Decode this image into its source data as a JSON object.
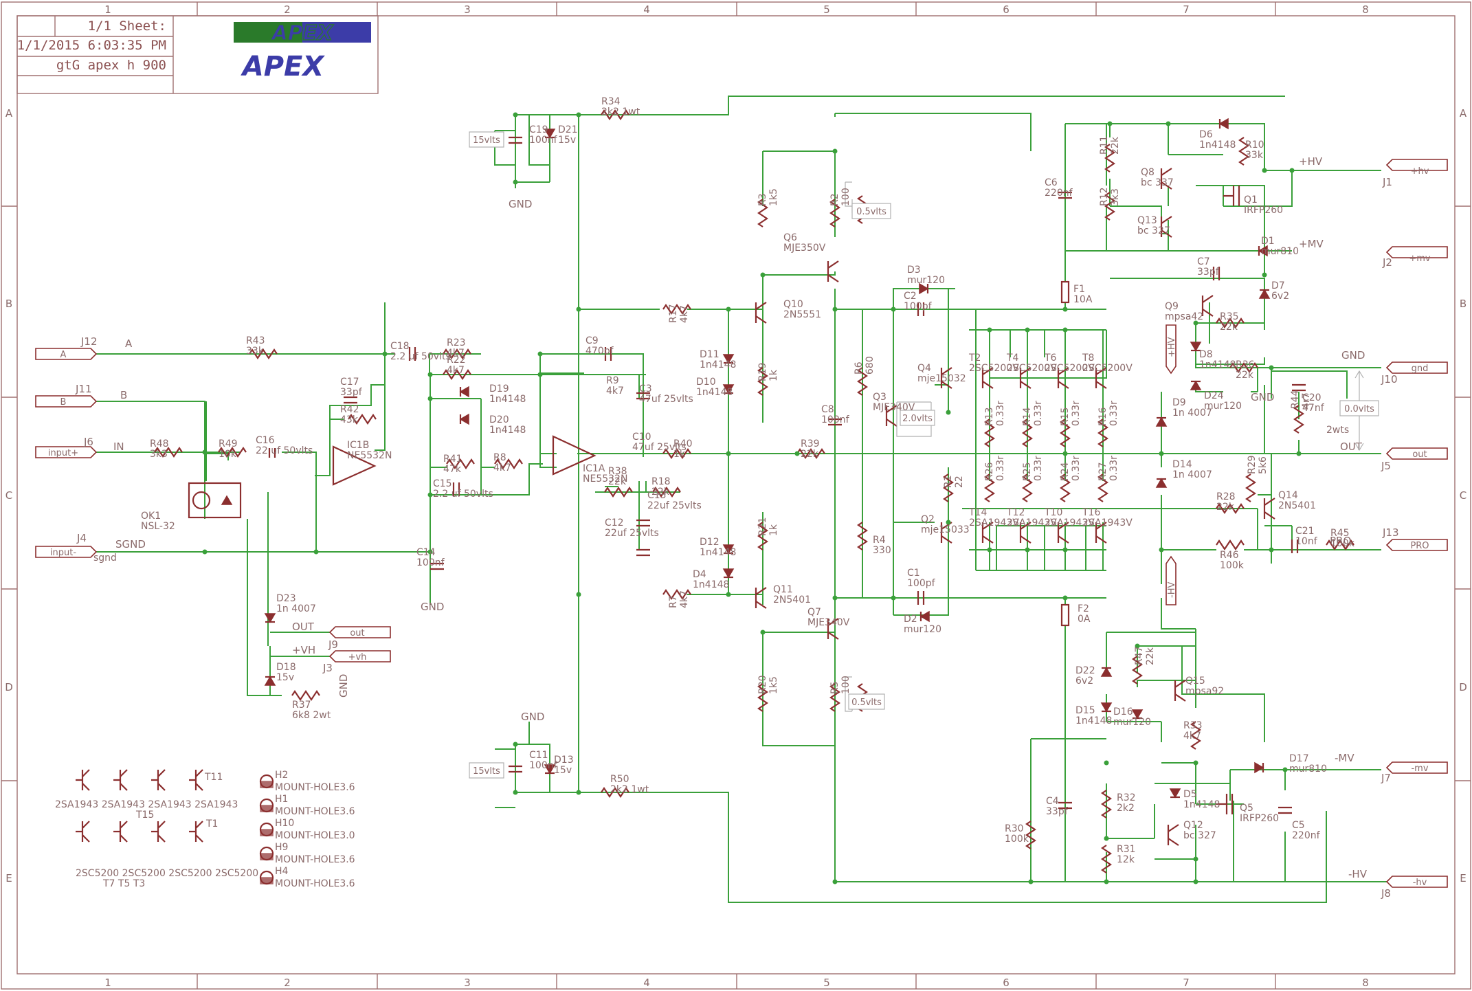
{
  "title_block": {
    "sheet": "1/1 Sheet:",
    "datetime": "1/1/2015 6:03:35 PM",
    "name": "gtG apex h 900",
    "logo_text": "APEX"
  },
  "grid": {
    "columns": [
      "1",
      "2",
      "3",
      "4",
      "5",
      "6",
      "7",
      "8"
    ],
    "rows": [
      "A",
      "B",
      "C",
      "D",
      "E"
    ]
  },
  "connectors": [
    {
      "ref": "J12",
      "label": "A",
      "net": "A"
    },
    {
      "ref": "J11",
      "label": "B",
      "net": "B"
    },
    {
      "ref": "J6",
      "label": "input+",
      "net": "IN"
    },
    {
      "ref": "J4",
      "label": "input-",
      "net": "SGND",
      "sub": "sgnd"
    },
    {
      "ref": "J1",
      "label": "+hv",
      "net": "+HV"
    },
    {
      "ref": "J2",
      "label": "+mv",
      "net": "+MV"
    },
    {
      "ref": "J10",
      "label": "gnd",
      "net": "GND"
    },
    {
      "ref": "J5",
      "label": "out",
      "net": "OUT"
    },
    {
      "ref": "J13",
      "label": "PRO",
      "net": "PRO"
    },
    {
      "ref": "J7",
      "label": "-mv",
      "net": "-MV"
    },
    {
      "ref": "J8",
      "label": "-hv",
      "net": "-HV"
    },
    {
      "ref": "J9",
      "label": "+vh",
      "net": "+VH"
    },
    {
      "ref": "J3",
      "label": "out",
      "net": "OUT"
    }
  ],
  "components": [
    {
      "ref": "R43",
      "value": "33k"
    },
    {
      "ref": "R48",
      "value": "3k3"
    },
    {
      "ref": "R49",
      "value": "10k"
    },
    {
      "ref": "C16",
      "value": "22 uf 50vlts"
    },
    {
      "ref": "C17",
      "value": "33pf"
    },
    {
      "ref": "R42",
      "value": "43k"
    },
    {
      "ref": "IC1B",
      "value": "NE5532N"
    },
    {
      "ref": "OK1",
      "value": "NSL-32"
    },
    {
      "ref": "D23",
      "value": "1n 4007"
    },
    {
      "ref": "D18",
      "value": "15v"
    },
    {
      "ref": "R37",
      "value": "6k8 2wt"
    },
    {
      "ref": "C18",
      "value": "2.2 uf 50vlts"
    },
    {
      "ref": "R23",
      "value": "4k7"
    },
    {
      "ref": "R22",
      "value": "4k7"
    },
    {
      "ref": "D19",
      "value": "1n4148"
    },
    {
      "ref": "D20",
      "value": "1n4148"
    },
    {
      "ref": "R41",
      "value": "47k"
    },
    {
      "ref": "R8",
      "value": "4k7"
    },
    {
      "ref": "C15",
      "value": "2.2 uf 50vlts"
    },
    {
      "ref": "C14",
      "value": "100nf"
    },
    {
      "ref": "C19",
      "value": "100nf"
    },
    {
      "ref": "D21",
      "value": "15v"
    },
    {
      "ref": "R34",
      "value": "2k2 1wt"
    },
    {
      "ref": "C11",
      "value": "100nf"
    },
    {
      "ref": "D13",
      "value": "15v"
    },
    {
      "ref": "R50",
      "value": "2k2 1wt"
    },
    {
      "ref": "C9",
      "value": "470pf"
    },
    {
      "ref": "R9",
      "value": "4k7"
    },
    {
      "ref": "C3",
      "value": "47uf 25vlts"
    },
    {
      "ref": "C10",
      "value": "47uf 25vlts"
    },
    {
      "ref": "IC1A",
      "value": "NE5532N"
    },
    {
      "ref": "R40",
      "value": "1k"
    },
    {
      "ref": "R38",
      "value": "22k"
    },
    {
      "ref": "R18",
      "value": "22k"
    },
    {
      "ref": "C13",
      "value": "22uf 25vlts"
    },
    {
      "ref": "C12",
      "value": "22uf 25vlts"
    },
    {
      "ref": "R17",
      "value": "4k7"
    },
    {
      "ref": "R7",
      "value": "4k7"
    },
    {
      "ref": "D11",
      "value": "1n4148"
    },
    {
      "ref": "D10",
      "value": "1n4148"
    },
    {
      "ref": "D12",
      "value": "1n4148"
    },
    {
      "ref": "D4",
      "value": "1n4148"
    },
    {
      "ref": "Q10",
      "value": "2N5551"
    },
    {
      "ref": "Q11",
      "value": "2N5401"
    },
    {
      "ref": "R19",
      "value": "1k"
    },
    {
      "ref": "R21",
      "value": "1k"
    },
    {
      "ref": "R3",
      "value": "1k5"
    },
    {
      "ref": "R20",
      "value": "1k5"
    },
    {
      "ref": "Q6",
      "value": "MJE350V"
    },
    {
      "ref": "Q7",
      "value": "MJE340V"
    },
    {
      "ref": "R2",
      "value": "100"
    },
    {
      "ref": "R5",
      "value": "100"
    },
    {
      "ref": "R39",
      "value": "22k"
    },
    {
      "ref": "C8",
      "value": "100nf"
    },
    {
      "ref": "R6",
      "value": "680"
    },
    {
      "ref": "R4",
      "value": "330"
    },
    {
      "ref": "Q3",
      "value": "MJE340V"
    },
    {
      "ref": "D3",
      "value": "mur120"
    },
    {
      "ref": "C2",
      "value": "100pf"
    },
    {
      "ref": "D2",
      "value": "mur120"
    },
    {
      "ref": "C1",
      "value": "100pf"
    },
    {
      "ref": "Q4",
      "value": "mje15032"
    },
    {
      "ref": "Q2",
      "value": "mje15033"
    },
    {
      "ref": "R1",
      "value": "22"
    },
    {
      "ref": "T2",
      "value": "2SC5200V"
    },
    {
      "ref": "T4",
      "value": "2SC5200V"
    },
    {
      "ref": "T6",
      "value": "2SC5200V"
    },
    {
      "ref": "T8",
      "value": "2SC5200V"
    },
    {
      "ref": "T14",
      "value": "2SA1943V"
    },
    {
      "ref": "T12",
      "value": "2SA1943V"
    },
    {
      "ref": "T10",
      "value": "2SA1943V"
    },
    {
      "ref": "T16",
      "value": "2SA1943V"
    },
    {
      "ref": "R13",
      "value": "0.33r"
    },
    {
      "ref": "R14",
      "value": "0.33r"
    },
    {
      "ref": "R15",
      "value": "0.33r"
    },
    {
      "ref": "R16",
      "value": "0.33r"
    },
    {
      "ref": "R26",
      "value": "0.33r"
    },
    {
      "ref": "R25",
      "value": "0.33r"
    },
    {
      "ref": "R24",
      "value": "0.33r"
    },
    {
      "ref": "R27",
      "value": "0.33r"
    },
    {
      "ref": "F1",
      "value": "10A"
    },
    {
      "ref": "F2",
      "value": "0A"
    },
    {
      "ref": "C6",
      "value": "220nf"
    },
    {
      "ref": "R11",
      "value": "22k"
    },
    {
      "ref": "R12",
      "value": "3k3"
    },
    {
      "ref": "Q8",
      "value": "bc 337"
    },
    {
      "ref": "Q13",
      "value": "bc 327"
    },
    {
      "ref": "D6",
      "value": "1n4148"
    },
    {
      "ref": "R10",
      "value": "33k"
    },
    {
      "ref": "Q1",
      "value": "IRFP260"
    },
    {
      "ref": "C7",
      "value": "33pf"
    },
    {
      "ref": "D1",
      "value": "mur810"
    },
    {
      "ref": "D7",
      "value": "6v2"
    },
    {
      "ref": "Q9",
      "value": "mpsa42"
    },
    {
      "ref": "R35",
      "value": "22k"
    },
    {
      "ref": "D8",
      "value": "1n4148"
    },
    {
      "ref": "R36",
      "value": "22k"
    },
    {
      "ref": "D24",
      "value": "mur120"
    },
    {
      "ref": "C20",
      "value": "47nf"
    },
    {
      "ref": "R44",
      "value": "4r7"
    },
    {
      "ref": "D9",
      "value": "1n 4007"
    },
    {
      "ref": "D14",
      "value": "1n 4007"
    },
    {
      "ref": "R29",
      "value": "5k6"
    },
    {
      "ref": "R28",
      "value": "22k"
    },
    {
      "ref": "Q14",
      "value": "2N5401"
    },
    {
      "ref": "R46",
      "value": "100k"
    },
    {
      "ref": "C21",
      "value": "10nf"
    },
    {
      "ref": "R45",
      "value": "100k"
    },
    {
      "ref": "D22",
      "value": "6v2"
    },
    {
      "ref": "R47",
      "value": "22k"
    },
    {
      "ref": "Q15",
      "value": "mpsa92"
    },
    {
      "ref": "D15",
      "value": "1n4148"
    },
    {
      "ref": "D16",
      "value": "mur120"
    },
    {
      "ref": "R33",
      "value": "4k7"
    },
    {
      "ref": "D17",
      "value": "mur810"
    },
    {
      "ref": "C4",
      "value": "33pf"
    },
    {
      "ref": "R32",
      "value": "2k2"
    },
    {
      "ref": "D5",
      "value": "1n4148"
    },
    {
      "ref": "Q5",
      "value": "IRFP260"
    },
    {
      "ref": "C5",
      "value": "220nf"
    },
    {
      "ref": "R30",
      "value": "100k"
    },
    {
      "ref": "Q12",
      "value": "bc 327"
    },
    {
      "ref": "R31",
      "value": "12k"
    }
  ],
  "notes": {
    "v15_top": "15vlts",
    "v15_bot": "15vlts",
    "v05_top": "0.5vlts",
    "v05_bot": "0.5vlts",
    "v20": "2.0vlts",
    "v00": "0.0vlts",
    "twowts": "2wts"
  },
  "nets": {
    "plus_hv": "+HV",
    "plus_mv": "+MV",
    "minus_mv": "-MV",
    "minus_hv": "-HV",
    "gnd": "GND",
    "out": "OUT",
    "pro": "PRO",
    "sgnd": "SGND",
    "in": "IN",
    "a": "A",
    "b": "B",
    "vh": "+VH",
    "out2": "OUT"
  },
  "rail_tags": {
    "plus_hv": "+HV",
    "minus_hv": "-HV"
  },
  "bottom_parts": {
    "row1": "2SA1943 2SA1943   2SA1943 2SA1943",
    "t15": "T15",
    "t11": "T11",
    "t1": "T1",
    "row2": "2SC5200 2SC5200 2SC5200 2SC5200",
    "row2b": "T7         T5          T3",
    "holes": [
      {
        "ref": "H2",
        "value": "MOUNT-HOLE3.6"
      },
      {
        "ref": "H1",
        "value": "MOUNT-HOLE3.6"
      },
      {
        "ref": "H10",
        "value": "MOUNT-HOLE3.0"
      },
      {
        "ref": "H9",
        "value": "MOUNT-HOLE3.6"
      },
      {
        "ref": "H4",
        "value": "MOUNT-HOLE3.6"
      }
    ]
  },
  "colors": {
    "wire": "#3aa03a",
    "part": "#8b2e2e",
    "frame": "#a07070",
    "logo_blue": "#3c3ca8",
    "logo_green": "#2a7a2a"
  }
}
